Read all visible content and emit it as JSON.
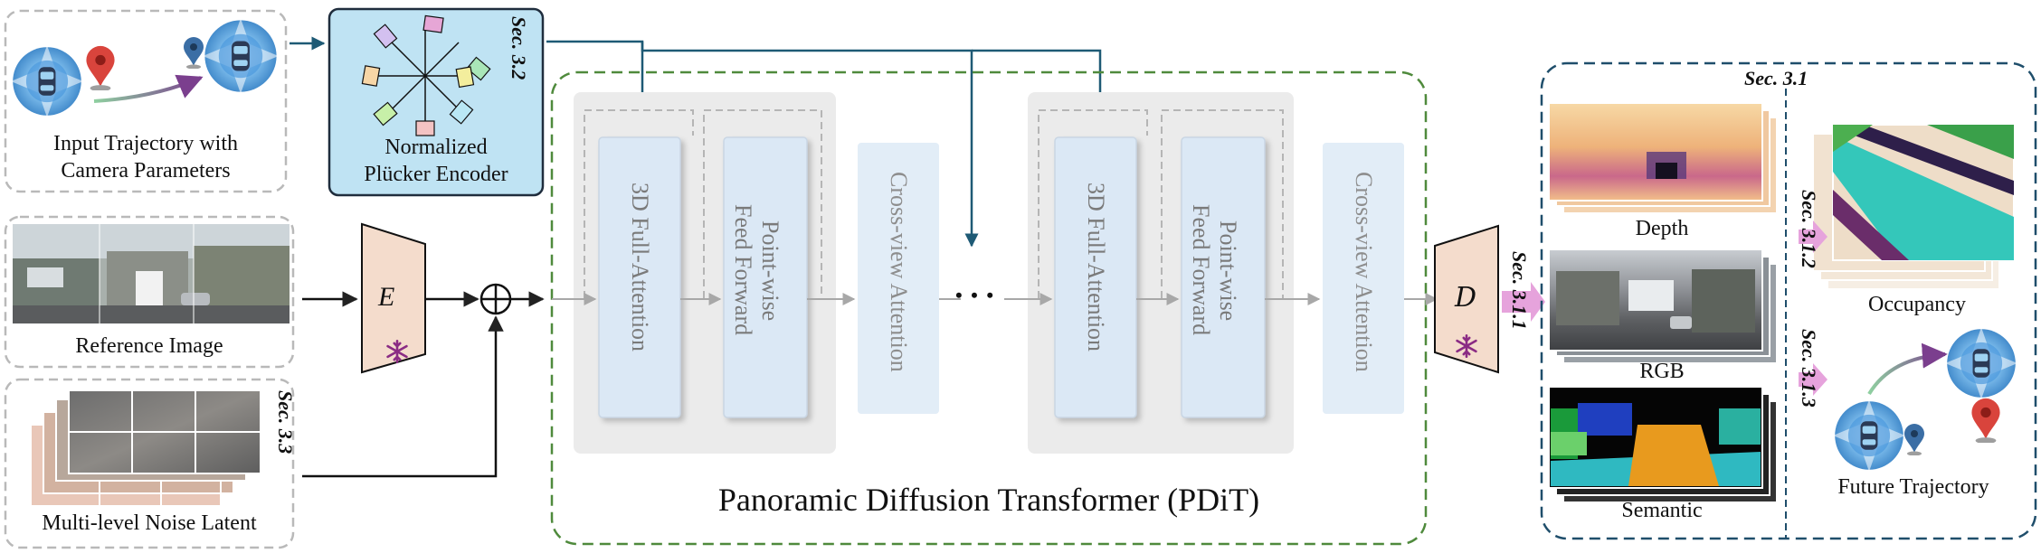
{
  "inputs": {
    "trajectory_label_line1": "Input Trajectory with",
    "trajectory_label_line2": "Camera Parameters",
    "reference_label": "Reference Image",
    "noise_label": "Multi-level Noise Latent"
  },
  "plucker": {
    "line1": "Normalized",
    "line2": "Plücker Encoder",
    "sec": "Sec. 3.2"
  },
  "encoder": {
    "symbol": "E"
  },
  "decoder": {
    "symbol": "D"
  },
  "noise_sec": "Sec. 3.3",
  "pdit": {
    "title": "Panoramic Diffusion Transformer (PDiT)",
    "full_attention": "3D Full-Attention",
    "ffn_line1": "Point-wise",
    "ffn_line2": "Feed Forward",
    "cross_view": "Cross-view Attention",
    "ellipsis": "• • •"
  },
  "outputs": {
    "sec_main": "Sec. 3.1",
    "sec_decoder": "Sec. 3.1.1",
    "sec_occupancy": "Sec. 3.1.2",
    "sec_trajectory": "Sec. 3.1.3",
    "depth": "Depth",
    "rgb": "RGB",
    "semantic": "Semantic",
    "occupancy": "Occupancy",
    "future_trajectory": "Future Trajectory"
  },
  "colors": {
    "teal_arrow": "#1e5a75",
    "block_fill": "#dbe8f5",
    "pdit_border": "#4f8a3c",
    "output_border": "#1f4e6b",
    "plucker_fill": "#bfe3f3",
    "encoder_fill": "#f4dccc",
    "snowflake": "#8a2b84",
    "sec_arrow": "#e6a3dc"
  }
}
